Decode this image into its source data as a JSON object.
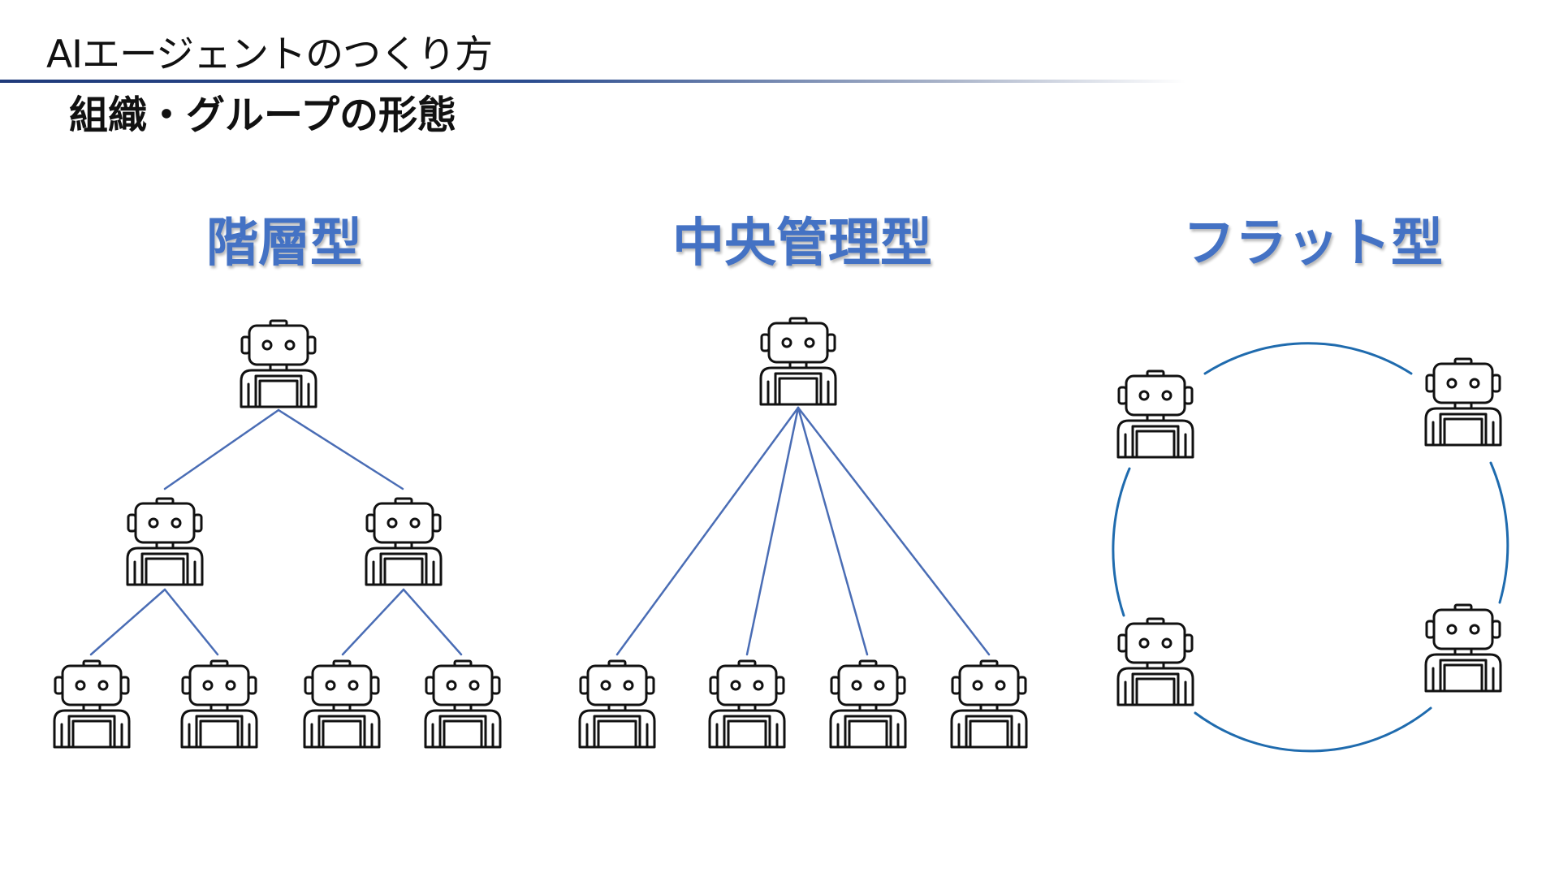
{
  "header": {
    "title": "AIエージェントのつくり方"
  },
  "page_heading": "組織・グループの形態",
  "colors": {
    "accent": "#4472C4",
    "connector": "#4A6DB5",
    "ring": "#1F6BAE",
    "icon_stroke": "#111111"
  },
  "diagrams": {
    "hierarchical": {
      "label": "階層型",
      "icon": "robot-icon"
    },
    "central": {
      "label": "中央管理型",
      "icon": "robot-icon"
    },
    "flat": {
      "label": "フラット型",
      "icon": "robot-icon"
    }
  }
}
